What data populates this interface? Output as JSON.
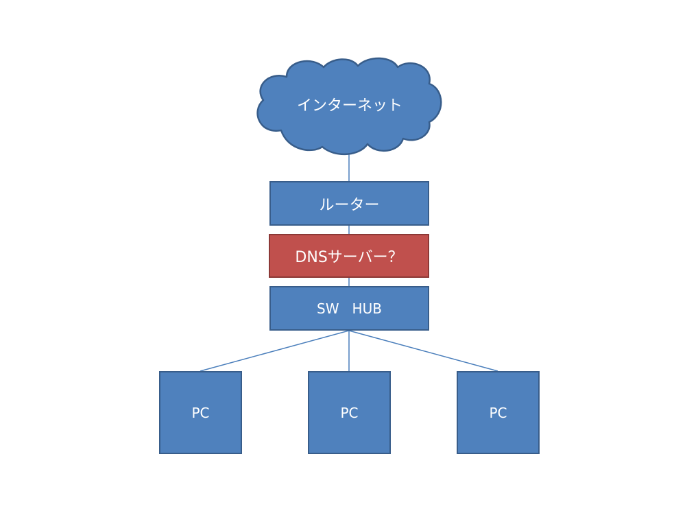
{
  "diagram": {
    "colors": {
      "node_fill": "#4f81bd",
      "node_border": "#385d8a",
      "alert_fill": "#c0504d",
      "alert_border": "#8c3836",
      "connector": "#4a7ebb",
      "text": "#ffffff"
    },
    "nodes": {
      "internet": {
        "label": "インターネット",
        "shape": "cloud"
      },
      "router": {
        "label": "ルーター"
      },
      "dns": {
        "label": "DNSサーバー？"
      },
      "hub": {
        "label": "SW   HUB"
      },
      "pc1": {
        "label": "PC"
      },
      "pc2": {
        "label": "PC"
      },
      "pc3": {
        "label": "PC"
      }
    },
    "edges": [
      [
        "internet",
        "router"
      ],
      [
        "router",
        "dns"
      ],
      [
        "dns",
        "hub"
      ],
      [
        "hub",
        "pc1"
      ],
      [
        "hub",
        "pc2"
      ],
      [
        "hub",
        "pc3"
      ]
    ]
  }
}
